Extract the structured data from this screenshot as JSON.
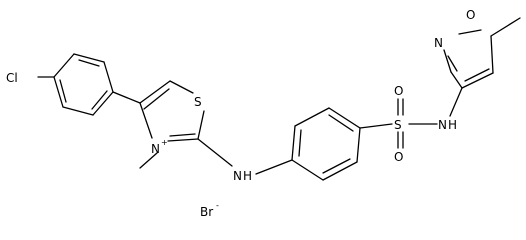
{
  "molecule": {
    "atoms": {
      "cl": "Cl",
      "s_thiazole": "S",
      "n_thiazolium": "N",
      "n_thiazolium_charge": "+",
      "nh_amine": "N",
      "h_amine": "H",
      "s_sulfonyl": "S",
      "o_sulfonyl_top": "O",
      "o_sulfonyl_bottom": "O",
      "nh_sulfonamide": "N",
      "h_sulfonamide": "H",
      "n_isoxazole": "N",
      "o_isoxazole": "O"
    },
    "counter_ion": {
      "symbol": "Br",
      "charge": "-"
    }
  }
}
